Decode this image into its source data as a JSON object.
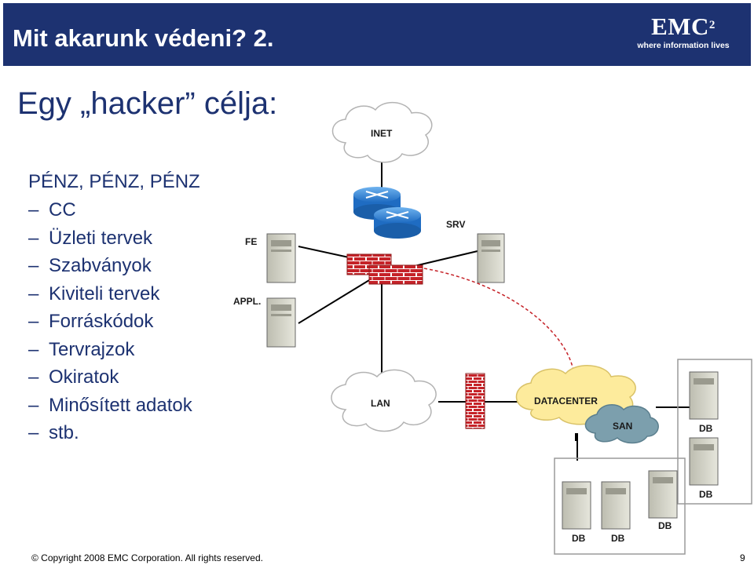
{
  "slide": {
    "title": "Mit akarunk védeni? 2.",
    "subtitle": "Egy „hacker” célja:",
    "bullet_main": "PÉNZ, PÉNZ, PÉNZ",
    "sub_items": [
      "CC",
      "Üzleti tervek",
      "Szabványok",
      "Kiviteli tervek",
      "Forráskódok",
      "Tervrajzok",
      "Okiratok",
      "Minősített adatok",
      "stb."
    ],
    "dash": "–",
    "page_number": "9"
  },
  "logo": {
    "mark": "EMC",
    "superscript": "2",
    "tagline": "where information lives"
  },
  "footer": {
    "copyright": "© Copyright 2008 EMC Corporation. All rights reserved."
  },
  "diagram": {
    "labels": {
      "inet": "INET",
      "srv": "SRV",
      "fe": "FE",
      "appl": "APPL.",
      "lan": "LAN",
      "datacenter": "DATACENTER",
      "san": "SAN",
      "db": "DB"
    }
  },
  "colors": {
    "header": "#1d3271",
    "text": "#1d3271",
    "router": "#2f7fcf",
    "firewall": "#c52228",
    "datacenter_cloud": "#fdeb9c",
    "san_cloud": "#7c9fad"
  }
}
